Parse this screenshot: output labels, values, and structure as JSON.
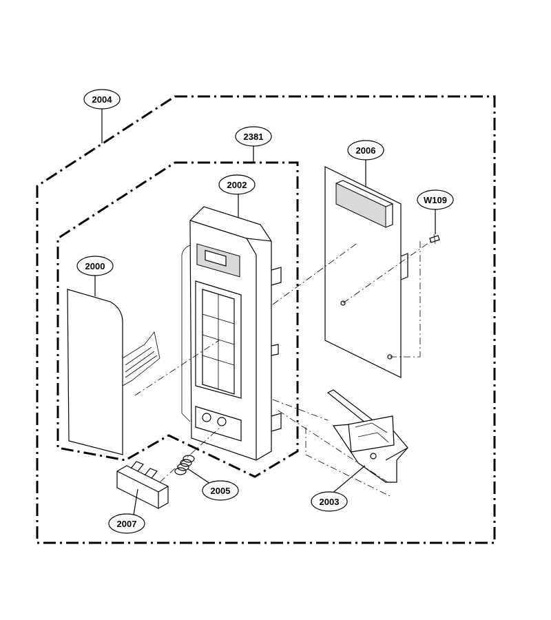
{
  "callouts": {
    "c2004": "2004",
    "c2381": "2381",
    "c2002": "2002",
    "c2006": "2006",
    "cW109": "W109",
    "c2000": "2000",
    "c2003": "2003",
    "c2005": "2005",
    "c2007": "2007"
  }
}
